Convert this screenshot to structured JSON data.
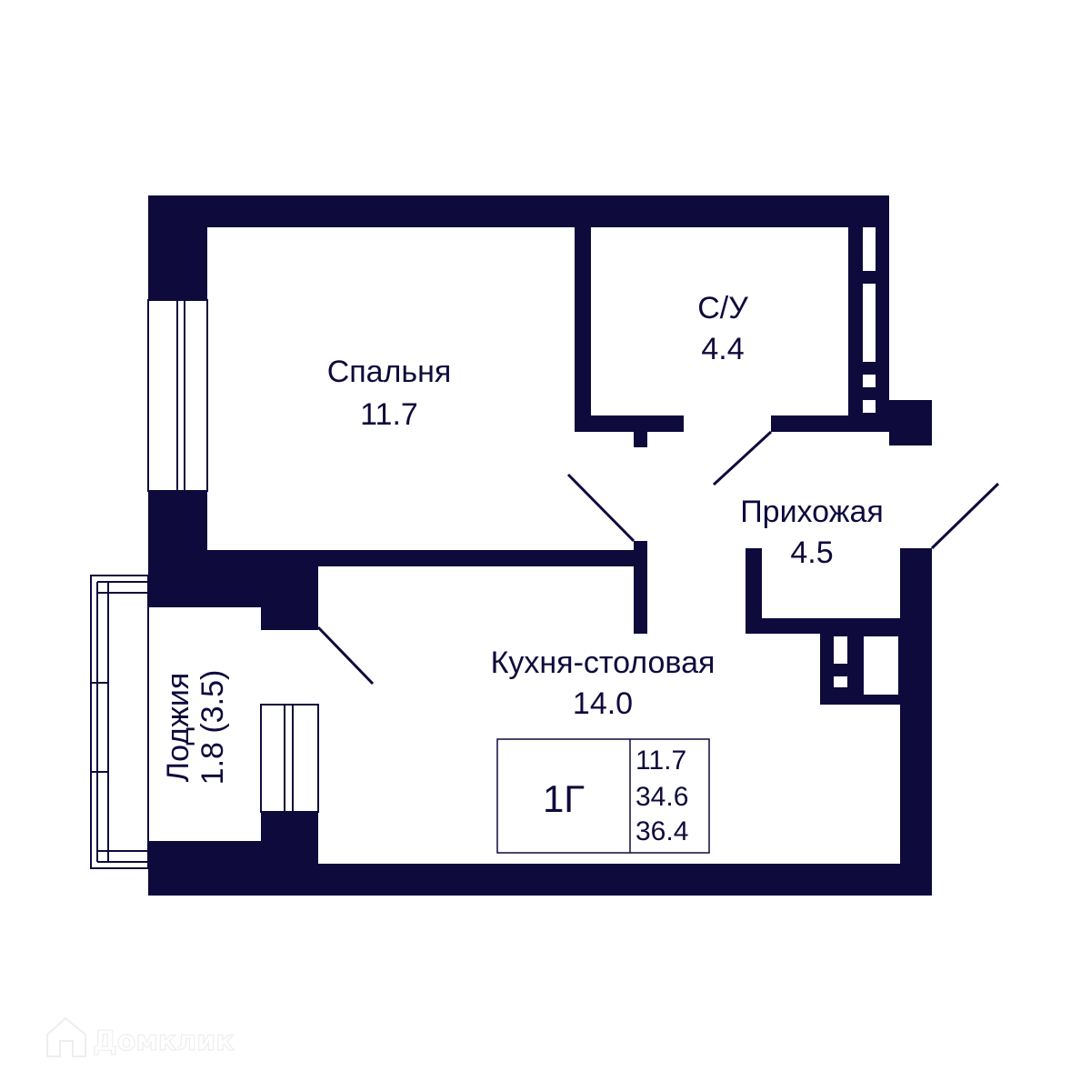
{
  "colors": {
    "wall": "#0f0a3c",
    "background": "#ffffff"
  },
  "rooms": {
    "bedroom": {
      "name": "Спальня",
      "area": "11.7"
    },
    "bathroom": {
      "name": "С/У",
      "area": "4.4"
    },
    "hallway": {
      "name": "Прихожая",
      "area": "4.5"
    },
    "kitchen": {
      "name": "Кухня-столовая",
      "area": "14.0"
    },
    "loggia": {
      "name": "Лоджия",
      "area": "1.8 (3.5)"
    }
  },
  "info_box": {
    "type": "1Г",
    "living_area": "11.7",
    "total_area": "34.6",
    "total_with_loggia": "36.4"
  },
  "watermark": {
    "text": "Домклик",
    "icon": "house-logo-icon"
  }
}
